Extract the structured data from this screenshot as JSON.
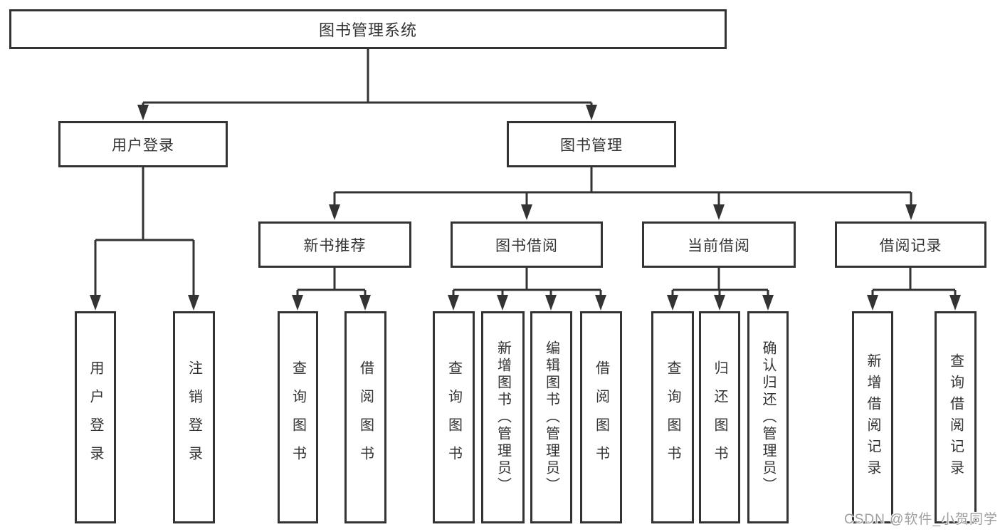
{
  "diagram": {
    "title": "图书管理系统",
    "colors": {
      "line": "#333333",
      "text": "#333333",
      "background": "#ffffff",
      "watermark": "#9e9e9e"
    },
    "root": {
      "label": "图书管理系统"
    },
    "level2": [
      {
        "label": "用户登录"
      },
      {
        "label": "图书管理"
      }
    ],
    "level3": [
      {
        "label": "新书推荐",
        "parent": "图书管理"
      },
      {
        "label": "图书借阅",
        "parent": "图书管理"
      },
      {
        "label": "当前借阅",
        "parent": "图书管理"
      },
      {
        "label": "借阅记录",
        "parent": "图书管理"
      }
    ],
    "leaves": [
      {
        "label": "用户登录",
        "parent": "用户登录"
      },
      {
        "label": "注销登录",
        "parent": "用户登录"
      },
      {
        "label": "查询图书",
        "parent": "新书推荐"
      },
      {
        "label": "借阅图书",
        "parent": "新书推荐"
      },
      {
        "label": "查询图书",
        "parent": "图书借阅"
      },
      {
        "label": "新增图书（管理员）",
        "parent": "图书借阅"
      },
      {
        "label": "编辑图书（管理员）",
        "parent": "图书借阅"
      },
      {
        "label": "借阅图书",
        "parent": "图书借阅"
      },
      {
        "label": "查询图书",
        "parent": "当前借阅"
      },
      {
        "label": "归还图书",
        "parent": "当前借阅"
      },
      {
        "label": "确认归还（管理员）",
        "parent": "当前借阅"
      },
      {
        "label": "新增借阅记录",
        "parent": "借阅记录"
      },
      {
        "label": "查询借阅记录",
        "parent": "借阅记录"
      }
    ]
  },
  "watermark": {
    "text": "CSDN @软件_小贺同学"
  }
}
